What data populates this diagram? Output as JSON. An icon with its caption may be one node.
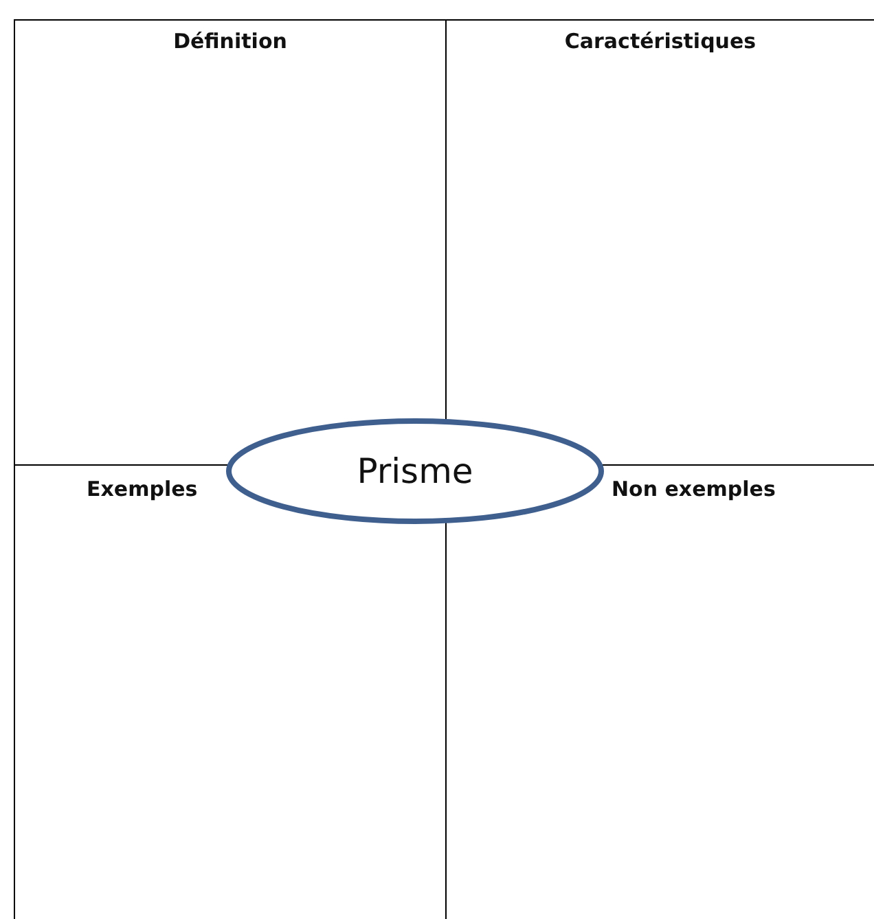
{
  "diagram": {
    "nodes": [
      {
        "text": [
          "Définition"
        ]
      },
      {
        "text": [
          "Caractéristiques"
        ]
      },
      {
        "text": [
          "Exemples"
        ]
      },
      {
        "text": [
          "Non exemples"
        ]
      },
      {
        "text": [
          "Prisme"
        ]
      }
    ]
  }
}
